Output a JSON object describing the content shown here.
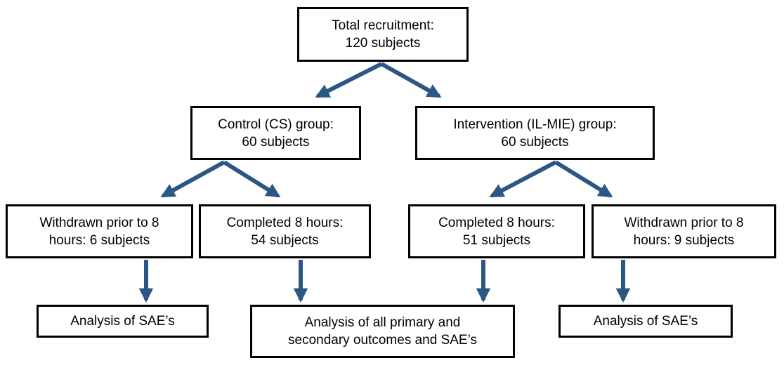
{
  "diagram": {
    "type": "flowchart",
    "colors": {
      "arrow": "#2A5783",
      "box_border": "#000000",
      "box_fill": "#FFFFFF",
      "text": "#000000",
      "background": "#FFFFFF"
    },
    "nodes": {
      "total": {
        "lines": [
          "Total recruitment:",
          "120 subjects"
        ]
      },
      "control": {
        "lines": [
          "Control (CS) group:",
          "60 subjects"
        ]
      },
      "intervention": {
        "lines": [
          "Intervention (IL-MIE) group:",
          "60 subjects"
        ]
      },
      "withdrawn_control": {
        "lines": [
          "Withdrawn prior to 8",
          "hours: 6 subjects"
        ]
      },
      "completed_control": {
        "lines": [
          "Completed 8 hours:",
          "54 subjects"
        ]
      },
      "completed_intervention": {
        "lines": [
          "Completed 8 hours:",
          "51 subjects"
        ]
      },
      "withdrawn_intervention": {
        "lines": [
          "Withdrawn prior to 8",
          "hours: 9 subjects"
        ]
      },
      "analysis_sae_control": {
        "lines": [
          "Analysis of SAE’s"
        ]
      },
      "analysis_primary_secondary": {
        "lines": [
          "Analysis of all primary and",
          "secondary outcomes and SAE’s"
        ]
      },
      "analysis_sae_intervention": {
        "lines": [
          "Analysis of SAE’s"
        ]
      }
    },
    "edges": [
      {
        "from": "total",
        "to": "control"
      },
      {
        "from": "total",
        "to": "intervention"
      },
      {
        "from": "control",
        "to": "withdrawn_control"
      },
      {
        "from": "control",
        "to": "completed_control"
      },
      {
        "from": "intervention",
        "to": "completed_intervention"
      },
      {
        "from": "intervention",
        "to": "withdrawn_intervention"
      },
      {
        "from": "withdrawn_control",
        "to": "analysis_sae_control"
      },
      {
        "from": "completed_control",
        "to": "analysis_primary_secondary"
      },
      {
        "from": "completed_intervention",
        "to": "analysis_primary_secondary"
      },
      {
        "from": "withdrawn_intervention",
        "to": "analysis_sae_intervention"
      }
    ]
  }
}
